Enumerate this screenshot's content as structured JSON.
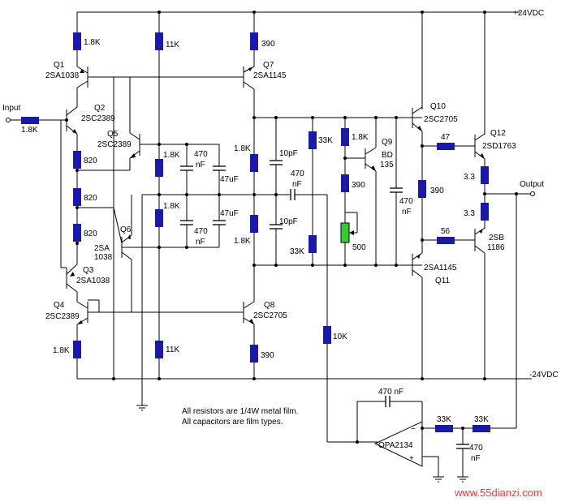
{
  "rails": {
    "positive": "+24VDC",
    "negative": "-24VDC"
  },
  "terminals": {
    "input": "Input",
    "output": "Output"
  },
  "transistors": {
    "q1": {
      "name": "Q1",
      "part": "2SA1038"
    },
    "q2": {
      "name": "Q2",
      "part": "2SC2389"
    },
    "q3": {
      "name": "Q3",
      "part": "2SA1038"
    },
    "q4": {
      "name": "Q4",
      "part": "2SC2389"
    },
    "q5": {
      "name": "Q5",
      "part": "2SC2389"
    },
    "q6": {
      "name": "Q6",
      "part1": "2SA",
      "part2": "1038"
    },
    "q7": {
      "name": "Q7",
      "part": "2SA1145"
    },
    "q8": {
      "name": "Q8",
      "part": "2SC2705"
    },
    "q9": {
      "name": "Q9",
      "part1": "BD",
      "part2": "135"
    },
    "q10": {
      "name": "Q10",
      "part": "2SC2705"
    },
    "q11": {
      "name": "Q11",
      "part": "2SA1145"
    },
    "q12": {
      "name": "Q12",
      "part": "2SD1763"
    },
    "q13": {
      "part1": "2SB",
      "part2": "1186"
    }
  },
  "resistors": {
    "r_input": "1.8K",
    "r_q1_emitter": "1.8K",
    "r_top_11k": "11K",
    "r_q7_emitter": "390",
    "r_820_a": "820",
    "r_820_b": "820",
    "r_820_c": "820",
    "r_q5_emitter": "1.8K",
    "r_q6_emitter": "1.8K",
    "r_mid_upper": "1.8K",
    "r_mid_lower": "1.8K",
    "r_33k_upper": "33K",
    "r_33k_lower": "33K",
    "r_q9_upper": "1.8K",
    "r_q9_390": "390",
    "r_pot": "500",
    "r_q10_390": "390",
    "r_q10_base": "47",
    "r_q11_base": "56",
    "r_out_upper": "3.3",
    "r_out_lower": "3.3",
    "r_q4_emitter": "1.8K",
    "r_bottom_11k": "11K",
    "r_q8_emitter": "390",
    "r_feedback_10k": "10K",
    "r_servo_a": "33K",
    "r_servo_b": "33K"
  },
  "capacitors": {
    "c_470nf_upper": [
      "470",
      "nF"
    ],
    "c_47uf_upper": "47uF",
    "c_470nf_lower": [
      "470",
      "nF"
    ],
    "c_47uf_lower": "47uF",
    "c_10pf_upper": "10pF",
    "c_10pf_lower": "10pF",
    "c_470nf_coupling": [
      "470",
      "nF"
    ],
    "c_470nf_q9": [
      "470",
      "nF"
    ],
    "c_470nf_servo_fb": "470 nF",
    "c_470nf_servo_filter": [
      "470",
      "nF"
    ]
  },
  "opamp": {
    "part": "OPA2134",
    "minus": "−",
    "plus": "+"
  },
  "notes": [
    "All resistors are 1/4W metal film.",
    "All capacitors are film types."
  ],
  "watermark": "www.55dianzi.com"
}
